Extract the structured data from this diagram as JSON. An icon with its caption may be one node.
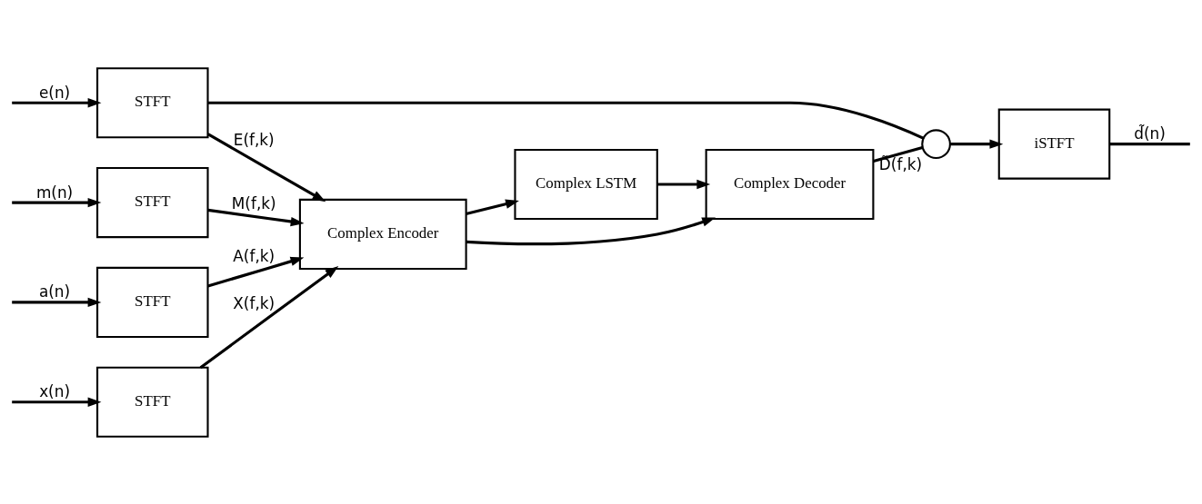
{
  "diagram": {
    "nodes": [
      {
        "text": [
          "STFT"
        ]
      },
      {
        "text": [
          "STFT"
        ]
      },
      {
        "text": [
          "STFT"
        ]
      },
      {
        "text": [
          "STFT"
        ]
      },
      {
        "text": [
          "Complex Encoder"
        ]
      },
      {
        "text": [
          "Complex LSTM"
        ]
      },
      {
        "text": [
          "Complex Decoder"
        ]
      },
      {
        "text": [],
        "shape": "circle",
        "beside": [
          "D̃(f,k)"
        ]
      },
      {
        "text": [
          "iSTFT"
        ]
      }
    ],
    "edges": [
      {
        "from": null,
        "to": 0,
        "arrow": "to",
        "label": "x(n)"
      },
      {
        "from": null,
        "to": 1,
        "arrow": "to",
        "label": "m(n)"
      },
      {
        "from": null,
        "to": 2,
        "arrow": "to",
        "label": "a(n)"
      },
      {
        "from": null,
        "to": 3,
        "arrow": "to",
        "label": "e(n)"
      },
      {
        "from": 0,
        "to": 4,
        "arrow": "to",
        "label": "X(f,k)"
      },
      {
        "from": 1,
        "to": 4,
        "arrow": "to",
        "label": "M(f,k)"
      },
      {
        "from": 2,
        "to": 4,
        "arrow": "to",
        "label": "A(f,k)"
      },
      {
        "from": 3,
        "to": 4,
        "arrow": "to",
        "label": "E(f,k)"
      },
      {
        "from": 4,
        "to": 5,
        "arrow": "to"
      },
      {
        "from": 4,
        "to": 6,
        "arrow": "to"
      },
      {
        "from": 5,
        "to": 6,
        "arrow": "to"
      },
      {
        "from": 6,
        "to": 7,
        "arrow": "none"
      },
      {
        "from": 3,
        "to": 7,
        "arrow": "none"
      },
      {
        "from": 7,
        "to": 8,
        "arrow": "to"
      },
      {
        "from": 8,
        "to": null,
        "arrow": "none",
        "label": "d̃(n)"
      }
    ]
  }
}
